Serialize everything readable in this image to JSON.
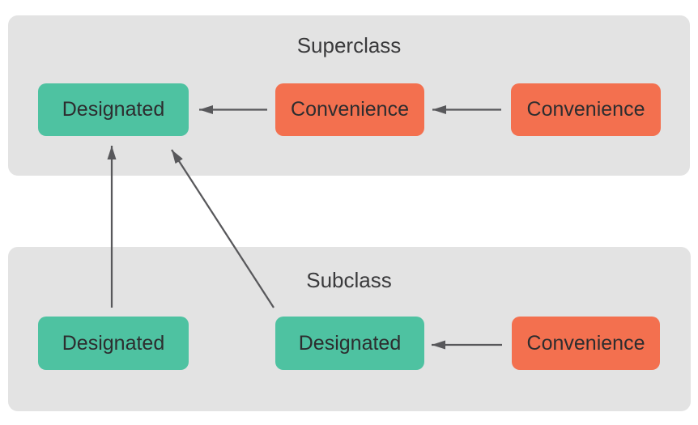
{
  "figure": {
    "type": "diagram",
    "colors": {
      "designated": "#4ec2a1",
      "convenience": "#f3704f",
      "group_bg": "#e3e3e3",
      "arrow": "#58585b",
      "box_text": "#2d2d2f",
      "title_text": "#3a3a3c",
      "page_bg": "#ffffff"
    },
    "groups": [
      {
        "id": "superclass",
        "title": "Superclass",
        "boxes": [
          {
            "label": "Designated",
            "kind": "designated"
          },
          {
            "label": "Convenience",
            "kind": "convenience"
          },
          {
            "label": "Convenience",
            "kind": "convenience"
          }
        ]
      },
      {
        "id": "subclass",
        "title": "Subclass",
        "boxes": [
          {
            "label": "Designated",
            "kind": "designated"
          },
          {
            "label": "Designated",
            "kind": "designated"
          },
          {
            "label": "Convenience",
            "kind": "convenience"
          }
        ]
      }
    ],
    "arrows": [
      {
        "from": "superclass-convenience-2",
        "to": "superclass-convenience-1"
      },
      {
        "from": "superclass-convenience-1",
        "to": "superclass-designated"
      },
      {
        "from": "subclass-convenience",
        "to": "subclass-designated-2"
      },
      {
        "from": "subclass-designated-1",
        "to": "superclass-designated"
      },
      {
        "from": "subclass-designated-2",
        "to": "superclass-designated"
      }
    ]
  }
}
